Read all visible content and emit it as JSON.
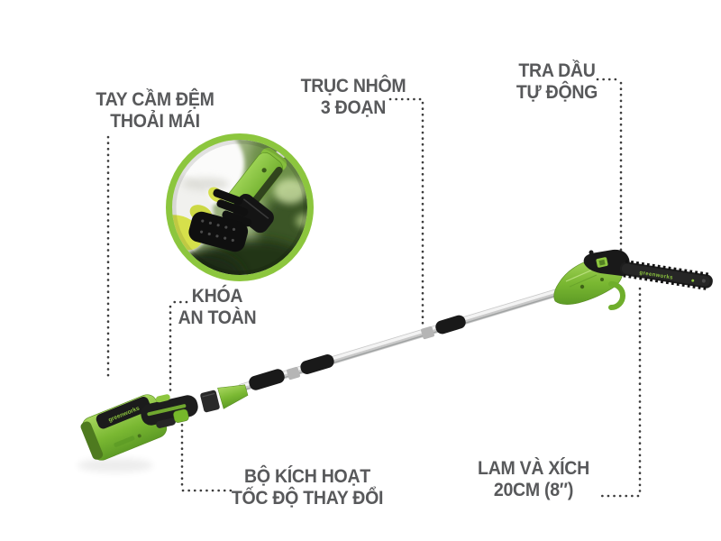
{
  "figure": {
    "kind": "product-feature-diagram",
    "brand": "greenworks"
  },
  "callouts": {
    "handle": {
      "line1": "TAY CẦM ĐỆM",
      "line2": "THOẢI MÁI"
    },
    "shaft": {
      "line1": "TRỤC NHÔM",
      "line2": "3 ĐOẠN"
    },
    "oiler": {
      "line1": "TRA DẦU",
      "line2": "TỰ ĐỘNG"
    },
    "safety_lock": {
      "line1": "KHÓA",
      "line2": "AN TOÀN"
    },
    "trigger": {
      "line1": "BỘ KÍCH HOẠT",
      "line2": "TỐC ĐỘ THAY ĐỔI"
    },
    "bar_chain": {
      "line1": "LAM VÀ XÍCH",
      "line2": "20CM (8″)"
    }
  },
  "colors": {
    "background": "#ffffff",
    "accent_green": "#8dc63f",
    "inset_ring_green": "#8cc63e",
    "label_text": "#58595b",
    "connector_dots": "#3d3d3d",
    "pole_silver": "#c9c9c9",
    "grip_black": "#1d1d1d"
  }
}
